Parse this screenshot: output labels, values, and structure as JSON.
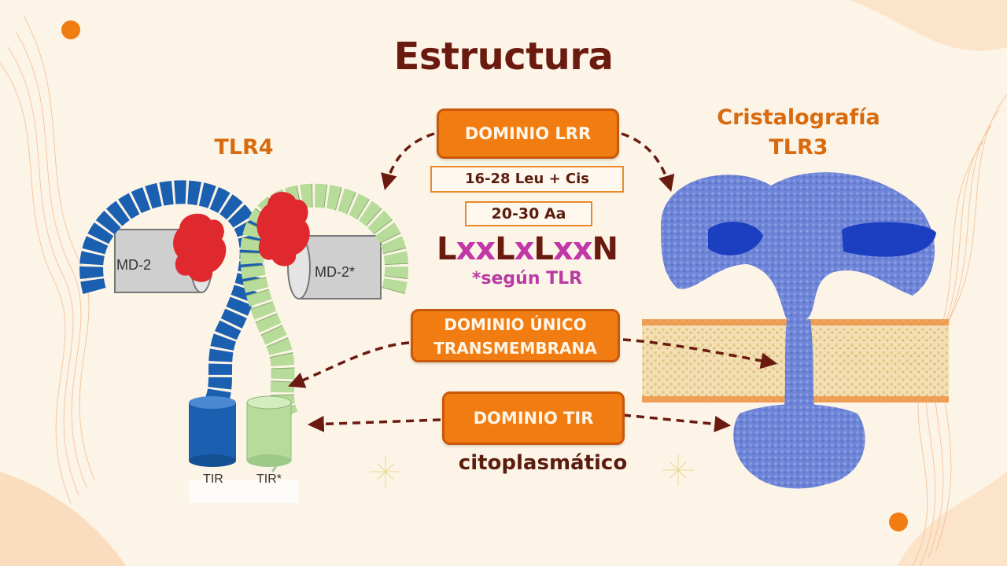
{
  "slide": {
    "title": "Estructura",
    "left_label": "TLR4",
    "right_label_line1": "Cristalografía",
    "right_label_line2": "TLR3"
  },
  "left_figure": {
    "md2_label": "MD-2",
    "md2_star_label": "MD-2*",
    "tir_label": "TIR",
    "tir_star_label": "TIR*"
  },
  "center": {
    "domain_lrr": "DOMINIO LRR",
    "leu_cis": "16-28  Leu + Cis",
    "aa_count": "20-30 Aa",
    "motif": [
      {
        "t": "L",
        "c": "L"
      },
      {
        "t": "xx",
        "c": "x"
      },
      {
        "t": "L",
        "c": "L"
      },
      {
        "t": "x",
        "c": "x"
      },
      {
        "t": "L",
        "c": "L"
      },
      {
        "t": "xx",
        "c": "x"
      },
      {
        "t": "N",
        "c": "L"
      }
    ],
    "motif_note": "*según TLR",
    "domain_tm_line1": "DOMINIO ÚNICO",
    "domain_tm_line2": "TRANSMEMBRANA",
    "domain_tir": "DOMINIO TIR",
    "cytoplasmic": "citoplasmático"
  },
  "colors": {
    "title": "#6b1a10",
    "accent_orange": "#f07c12",
    "motif_x": "#c238a8",
    "tlr_blue": "#1a5fb0",
    "tlr_green": "#b7dc9a",
    "protein_red": "#e0282f",
    "crystal_blue": "#6f86d8",
    "membrane": "#e8c98c"
  }
}
